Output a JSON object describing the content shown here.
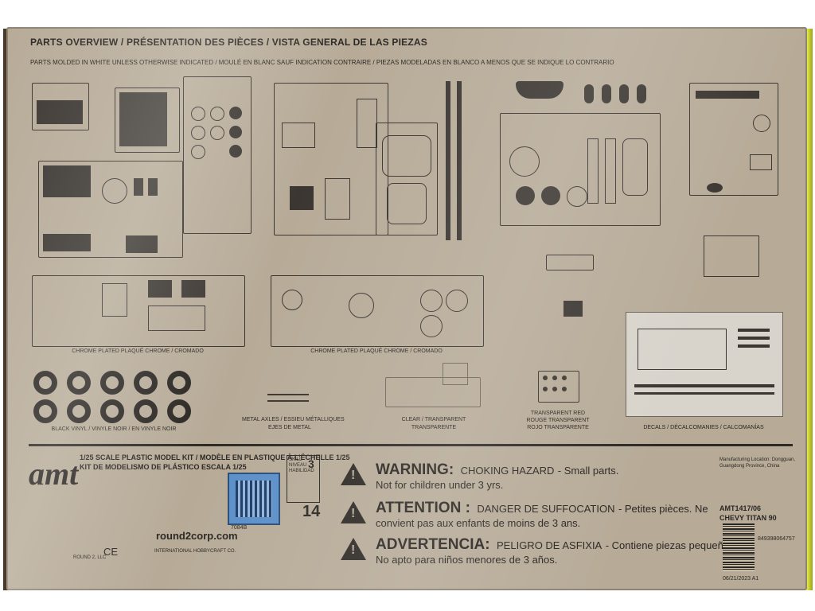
{
  "header": {
    "title": "PARTS OVERVIEW / PRÉSENTATION DES PIÈCES / VISTA GENERAL DE LAS PIEZAS",
    "subtitle": "PARTS MOLDED IN WHITE UNLESS OTHERWISE INDICATED / MOULÉ EN BLANC SAUF INDICATION CONTRAIRE / PIEZAS MODELADAS EN BLANCO A MENOS QUE SE INDIQUE LO CONTRARIO"
  },
  "captions": {
    "chrome_left": "CHROME PLATED PLAQUÉ CHROME / CROMADO",
    "chrome_right": "CHROME PLATED PLAQUÉ CHROME / CROMADO",
    "black_vinyl": "BLACK VINYL / VINYLE NOIR / EN VINYLE NOIR",
    "metal_axles_1": "METAL AXLES / ESSIEU MÉTALLIQUES",
    "metal_axles_2": "EJES DE METAL",
    "clear_1": "CLEAR / TRANSPARENT",
    "clear_2": "TRANSPARENTE",
    "trans_red_1": "TRANSPARENT RED",
    "trans_red_2": "ROUGE TRANSPARENT",
    "trans_red_3": "ROJO TRANSPARENTE",
    "decals": "DECALS / DÉCALCOMANIES / CALCOMANÍAS"
  },
  "footer": {
    "brand": "amt",
    "kit_line1": "1/25 SCALE PLASTIC MODEL KIT / MODÈLE EN PLASTIQUE À L'ÉCHELLE 1/25",
    "kit_line2": "KIT DE MODELISMO DE PLÁSTICO ESCALA 1/25",
    "skill_label": "SKILL NIVEAU HABILIDAD",
    "skill_level": "3",
    "age": "14",
    "url": "round2corp.com",
    "ce": "CE",
    "company": "ROUND 2, LLC",
    "importer": "INTERNATIONAL HOBBYCRAFT CO.",
    "product_code": "AMT1417/06",
    "product_name": "CHEVY TITAN 90",
    "date": "06/21/2023 A1",
    "barcode_number": "849398064757",
    "qr_code": "7084B",
    "manufacturing": "Manufacturing Location: Dongguan, Guangdong Province, China"
  },
  "warnings": {
    "w1_title": "WARNING:",
    "w1_text_bold": "CHOKING HAZARD",
    "w1_text": "- Small parts.",
    "w1_line2": "Not for children under 3 yrs.",
    "w2_title": "ATTENTION :",
    "w2_text_bold": "DANGER DE SUFFOCATION",
    "w2_text": "- Petites pièces. Ne",
    "w2_line2": "convient pas aux enfants de moins de 3 ans.",
    "w3_title": "ADVERTENCIA:",
    "w3_text_bold": "PELIGRO DE ASFIXIA",
    "w3_text": "- Contiene piezas pequeñas.",
    "w3_line2": "No apto para niños menores de 3 años."
  },
  "colors": {
    "cardboard": "#b7ab98",
    "ink": "#2b2723",
    "edge_yellow": "#d9e23c",
    "qr_blue": "#5a8fc8"
  }
}
